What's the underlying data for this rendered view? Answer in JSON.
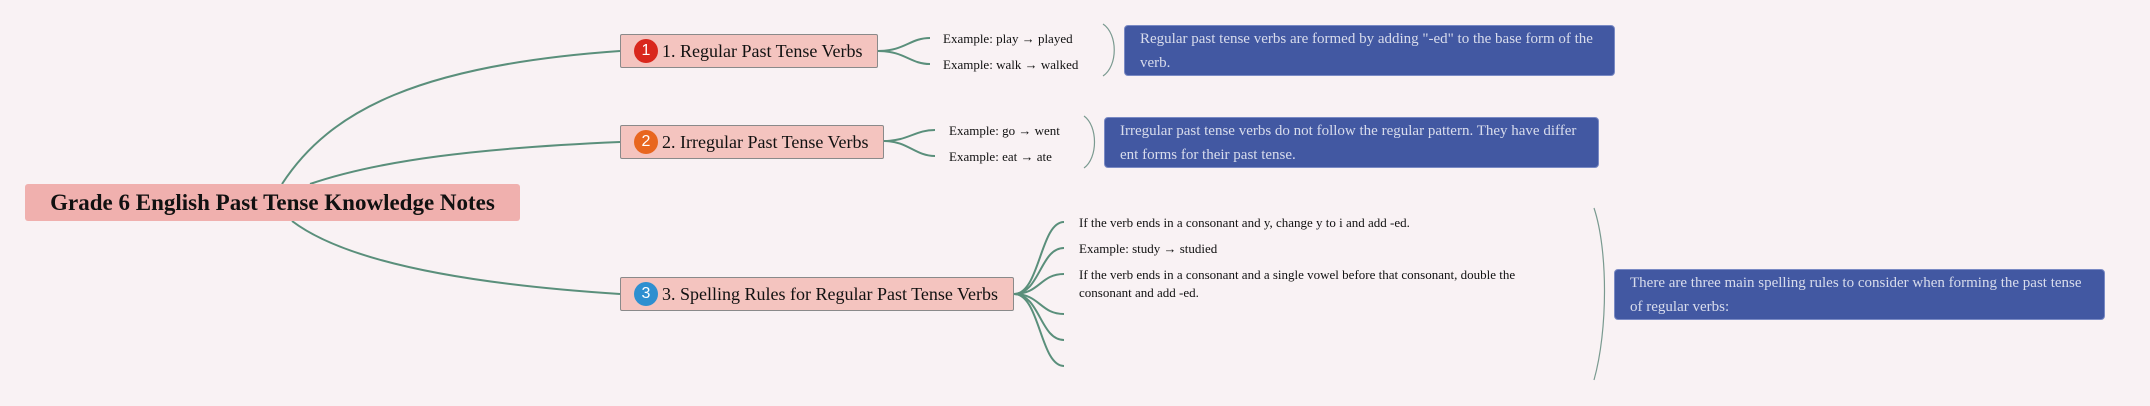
{
  "root": {
    "title": "Grade 6 English Past Tense Knowledge Notes"
  },
  "colors": {
    "connector": "#5a8f7b",
    "badge_1": "#d9271c",
    "badge_2": "#e8661f",
    "badge_3": "#2e8fd0",
    "summary_box": "#4258a2"
  },
  "topics": [
    {
      "number": "1",
      "label": "1. Regular Past Tense Verbs",
      "examples": [
        "Example: play → played",
        "Example: walk → walked"
      ],
      "summary": "Regular past tense verbs are formed by adding \"-ed\" to the base form of the verb."
    },
    {
      "number": "2",
      "label": "2. Irregular Past Tense Verbs",
      "examples": [
        "Example: go → went",
        "Example: eat → ate"
      ],
      "summary": "Irregular past tense verbs do not follow the regular pattern. They have different forms for their past tense."
    },
    {
      "number": "3",
      "label": "3. Spelling Rules for Regular Past Tense Verbs",
      "rules": [
        "If the verb ends in a consonant and y, change y to i and add -ed.",
        "Example: study → studied",
        "If the verb ends in a consonant and a single vowel before that consonant, double the consonant and add -ed."
      ],
      "summary": "There are three main spelling rules to consider when forming the past tense of regular verbs:"
    }
  ]
}
